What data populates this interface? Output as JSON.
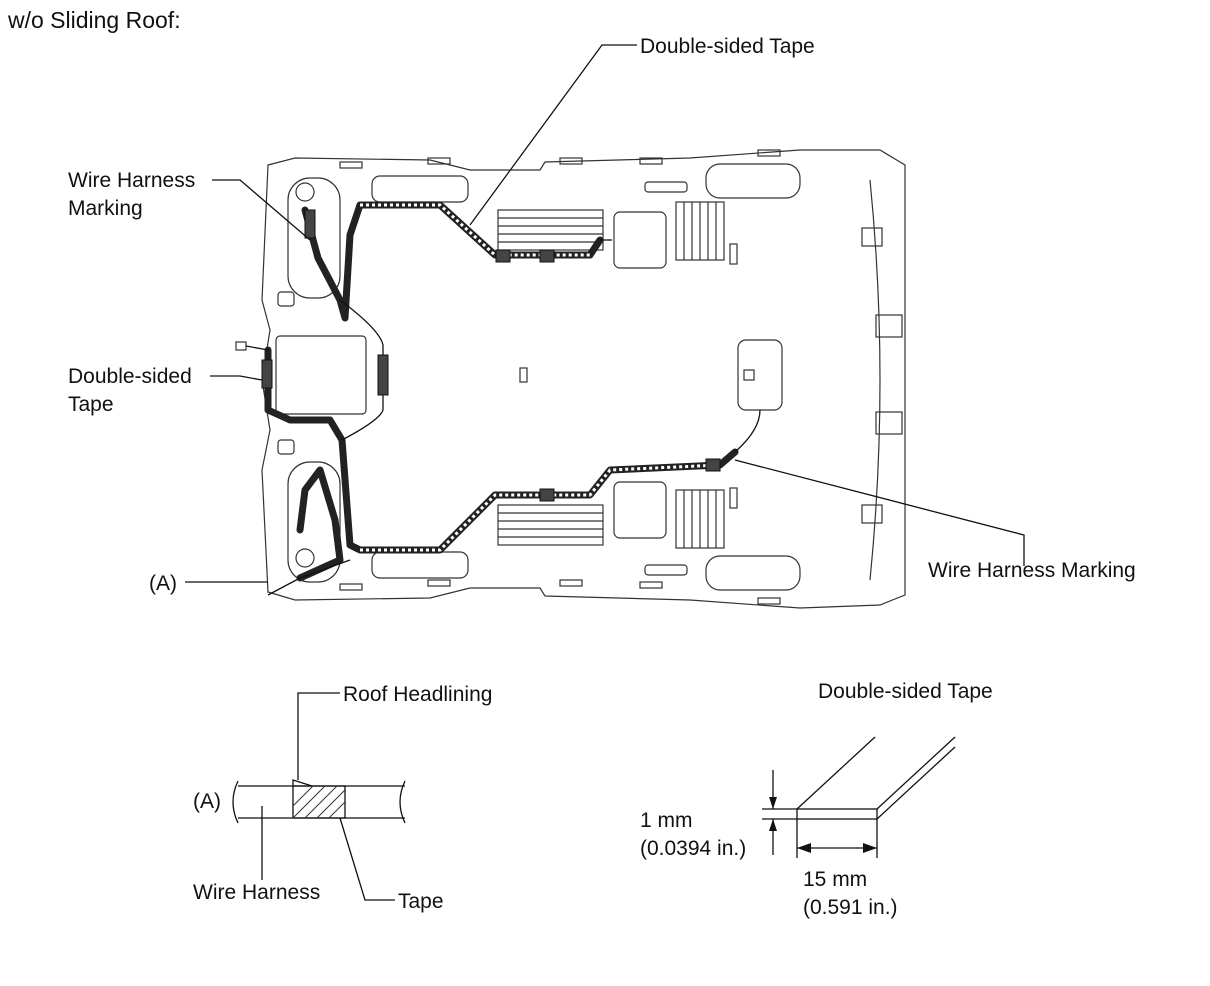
{
  "title": "w/o Sliding Roof:",
  "top_view": {
    "labels": {
      "double_sided_tape_top": "Double-sided Tape",
      "wire_harness_marking_left_line1": "Wire Harness",
      "wire_harness_marking_left_line2": "Marking",
      "double_sided_tape_left_line1": "Double-sided",
      "double_sided_tape_left_line2": "Tape",
      "point_a": "(A)",
      "wire_harness_marking_right": "Wire Harness Marking"
    }
  },
  "section_view": {
    "labels": {
      "roof_headlining": "Roof Headlining",
      "point_a": "(A)",
      "wire_harness": "Wire Harness",
      "tape": "Tape"
    }
  },
  "tape_detail": {
    "labels": {
      "title": "Double-sided Tape",
      "thickness_mm": "1 mm",
      "thickness_in": "(0.0394 in.)",
      "width_mm": "15 mm",
      "width_in": "(0.591 in.)"
    }
  }
}
